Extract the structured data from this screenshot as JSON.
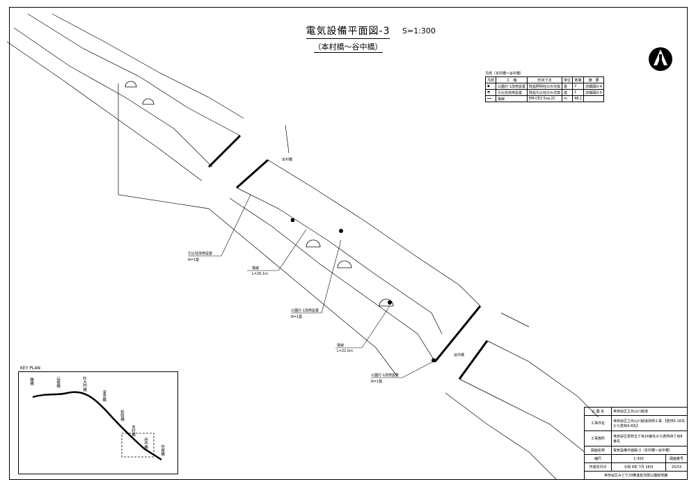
{
  "title": {
    "main": "電気設備平面図-3",
    "scale": "S=1:300",
    "sub": "（本村橋～谷中橋）"
  },
  "legend": {
    "caption": "凡例（本村橋～谷中橋）",
    "headers": [
      "凡例",
      "工　種",
      "形状寸法",
      "単位",
      "数量",
      "摘　要"
    ],
    "rows": [
      {
        "name": "公園灯-1改修設置",
        "size": "既設照明柱のみ交換",
        "unit": "基",
        "qty": "2",
        "note": "詳細図D-4"
      },
      {
        "name": "引込柱改修設置",
        "size": "既設引込柱のみ交換",
        "unit": "基",
        "qty": "1",
        "note": "詳細図D-5"
      },
      {
        "name": "電線",
        "size": "EM-CE2.5sq-2C",
        "unit": "m",
        "qty": "48.1",
        "note": ""
      }
    ]
  },
  "annotations": {
    "bridge_top": "本村橋",
    "bridge_bottom": "谷中橋",
    "callout1_title": "引込柱改修設置",
    "callout1_qty": "N=1基",
    "callout2_title": "電線",
    "callout2_qty": "L=26.1m",
    "callout3_title": "公園灯-1改修設置",
    "callout3_qty": "N=1基",
    "callout4_title": "電線",
    "callout4_qty": "L=22.0m",
    "callout5_title": "公園灯-1改修設置",
    "callout5_qty": "N=1基"
  },
  "keyplan": {
    "label": "KEY PLAN",
    "names": [
      "勝橋",
      "山堰橋",
      "杉大門橋",
      "溜池橋",
      "松陰橋",
      "本村橋",
      "谷中橋",
      "中堰橋"
    ]
  },
  "titleblock": {
    "rows": [
      {
        "key": "公 園 名",
        "value": "世田谷区立烏山川緑道"
      },
      {
        "key": "工事件名",
        "value": "世田谷区立烏山川緑道改修工事 【若林5-16先から若林4-8先】"
      },
      {
        "key": "工事箇所",
        "value": "世田谷区若林五丁目16番先から若林四丁目8番先"
      },
      {
        "key": "図面名称",
        "value": "電気設備平面図-3（本村橋～谷中橋）"
      },
      {
        "key": "縮尺",
        "value": "1:300"
      },
      {
        "key": "作成年月日",
        "value": "令和 8年 7月 28日"
      }
    ],
    "drawing_no_label": "図面番号",
    "drawing_no": "20",
    "total_sheets": "53",
    "footer": "世田谷区みどり33推進担当部公園緑地課"
  }
}
